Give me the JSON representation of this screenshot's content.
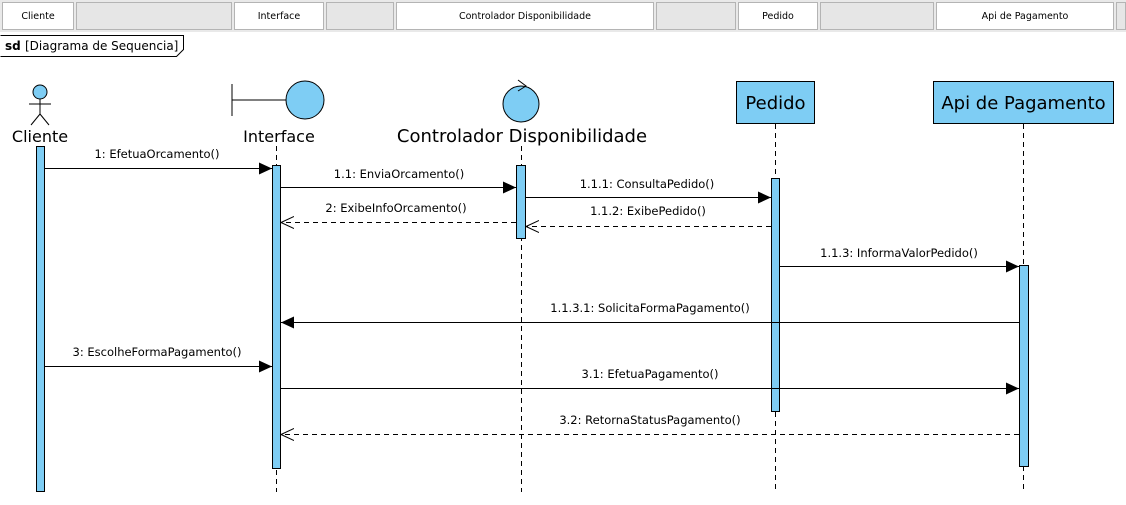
{
  "header": {
    "columns": [
      "Cliente",
      "Interface",
      "Controlador Disponibilidade",
      "Pedido",
      "Api de Pagamento"
    ]
  },
  "frame": {
    "keyword": "sd",
    "name": "[Diagrama de Sequencia]"
  },
  "lifelines": [
    {
      "id": "cliente",
      "label": "Cliente",
      "kind": "actor"
    },
    {
      "id": "interface",
      "label": "Interface",
      "kind": "boundary"
    },
    {
      "id": "controlador",
      "label": "Controlador Disponibilidade",
      "kind": "control"
    },
    {
      "id": "pedido",
      "label": "Pedido",
      "kind": "entity-box"
    },
    {
      "id": "api",
      "label": "Api de Pagamento",
      "kind": "entity-box"
    }
  ],
  "messages": [
    {
      "label": "1: EfetuaOrcamento()",
      "from": "cliente",
      "to": "interface",
      "type": "sync"
    },
    {
      "label": "1.1: EnviaOrcamento()",
      "from": "interface",
      "to": "controlador",
      "type": "sync"
    },
    {
      "label": "1.1.1: ConsultaPedido()",
      "from": "controlador",
      "to": "pedido",
      "type": "sync"
    },
    {
      "label": "2: ExibeInfoOrcamento()",
      "from": "controlador",
      "to": "interface",
      "type": "return"
    },
    {
      "label": "1.1.2: ExibePedido()",
      "from": "pedido",
      "to": "controlador",
      "type": "return"
    },
    {
      "label": "1.1.3: InformaValorPedido()",
      "from": "pedido",
      "to": "api",
      "type": "sync"
    },
    {
      "label": "1.1.3.1: SolicitaFormaPagamento()",
      "from": "api",
      "to": "interface",
      "type": "sync"
    },
    {
      "label": "3: EscolheFormaPagamento()",
      "from": "cliente",
      "to": "interface",
      "type": "sync"
    },
    {
      "label": "3.1: EfetuaPagamento()",
      "from": "interface",
      "to": "api",
      "type": "sync"
    },
    {
      "label": "3.2: RetornaStatusPagamento()",
      "from": "api",
      "to": "interface",
      "type": "return"
    }
  ],
  "colors": {
    "fill": "#7ecdf4",
    "stroke": "#000000",
    "header_bg": "#e9e9e9"
  }
}
